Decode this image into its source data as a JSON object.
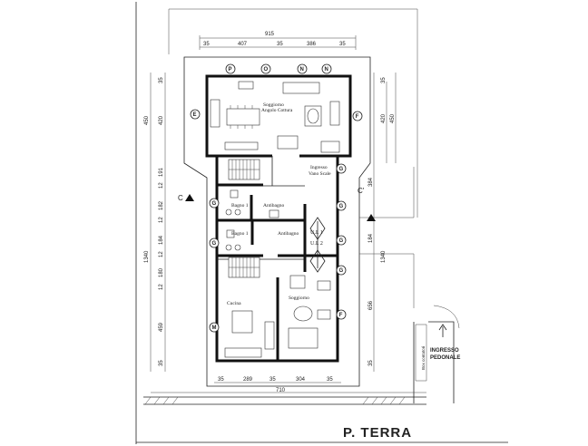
{
  "title": "P. TERRA",
  "dims_top": {
    "total": "915",
    "segments": [
      "35",
      "407",
      "35",
      "386",
      "35"
    ]
  },
  "dims_bottom": {
    "total": "710",
    "segments": [
      "35",
      "289",
      "35",
      "304",
      "35"
    ]
  },
  "dims_left": {
    "outer": "1340",
    "upper_total": "450",
    "upper": "420",
    "segments": [
      "35",
      "191",
      "12",
      "182",
      "12",
      "184",
      "12",
      "180",
      "12",
      "459",
      "35"
    ]
  },
  "dims_right": {
    "outer": "1340",
    "upper": "450",
    "upper_inner": "420",
    "mid": "384",
    "mid2": "184",
    "lower": "656",
    "end": "35"
  },
  "rooms": {
    "soggiorno_angolo_cottura": "Soggiorno\nAngolo Cottura",
    "ingresso_vano_scale": "Ingresso\nVano Scale",
    "bagno1_top": "Bagno 1",
    "antibagno_top": "Antibagno",
    "bagno1_mid": "Bagno 1",
    "antibagno_mid": "Antibagno",
    "ui1": "U.I. 1",
    "ui2": "U.I. 2",
    "cucina": "Cucina",
    "soggiorno": "Soggiorno"
  },
  "section_left": "C",
  "section_right": "C'",
  "markers": {
    "top": [
      "P",
      "O",
      "N",
      "N"
    ],
    "left": [
      "E",
      "G",
      "G",
      "M"
    ],
    "right": [
      "F",
      "G",
      "G",
      "G",
      "G",
      "F"
    ]
  },
  "entrance": {
    "line1": "INGRESSO",
    "line2": "PEDONALE"
  },
  "box_label": "Box contatori"
}
